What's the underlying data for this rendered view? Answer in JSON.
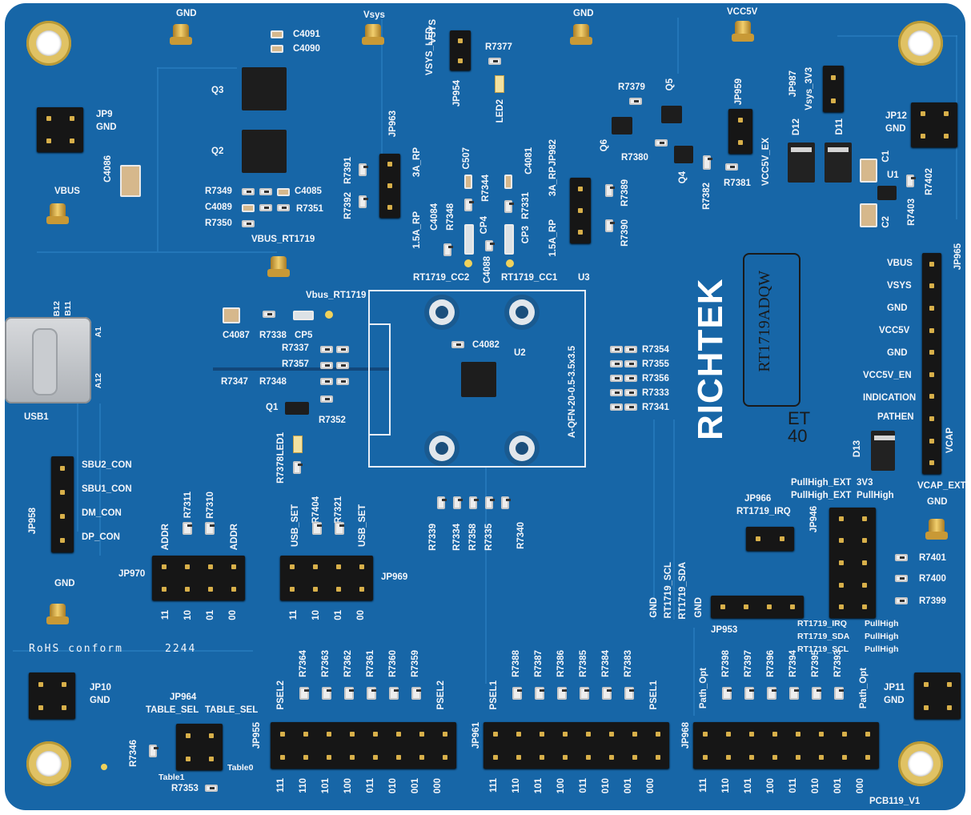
{
  "board": {
    "brand": "RICHTEK",
    "stamp": "RT1719ADQW",
    "marking": [
      "ET",
      "40"
    ],
    "revision": "PCB119_V1",
    "rohs": "RoHS conform",
    "datecode": "2244",
    "chip_package": "A-QFN-20-0.5-3.5x3.5"
  },
  "testpoints": {
    "gnd1": "GND",
    "vsys": "Vsys",
    "gnd2": "GND",
    "vcc5v": "VCC5V",
    "vbus": "VBUS",
    "vbus_rt": "VBUS_RT1719",
    "vbus_rt2": "Vbus_RT1719",
    "gnd_left": "GND",
    "gnd_right": "GND"
  },
  "labels": {
    "c4091": "C4091",
    "c4090": "C4090",
    "q3": "Q3",
    "q2": "Q2",
    "jp9": "JP9",
    "jp9_gnd": "GND",
    "c4086": "C4086",
    "r7349": "R7349",
    "c4089": "C4089",
    "r7350": "R7350",
    "c4085": "C4085",
    "r7351": "R7351",
    "vsys_led": "VSYS_LED",
    "vsys_lbl": "VSYS",
    "jp954": "JP954",
    "r7377": "R7377",
    "led2": "LED2",
    "jp963": "JP963",
    "r7391": "R7391",
    "r7392": "R7392",
    "a3_rp": "3A_RP",
    "a15_rp": "1.5A_RP",
    "c4084": "C4084",
    "c507": "C507",
    "r7344": "R7344",
    "c4081": "C4081",
    "r7348b": "R7348",
    "cp4": "CP4",
    "r7331": "R7331",
    "cp3": "CP3",
    "jp982": "JP982",
    "a3_rp2": "3A_RP",
    "a15_rp2": "1.5A_RP",
    "r7389": "R7389",
    "r7390": "R7390",
    "r7379": "R7379",
    "q5": "Q5",
    "q6": "Q6",
    "r7380": "R7380",
    "q4": "Q4",
    "r7382": "R7382",
    "jp959": "JP959",
    "r7381": "R7381",
    "vcc5v_ex": "VCC5V_EX",
    "jp987": "JP987",
    "vsys_3v3": "Vsys_3V3",
    "d12": "D12",
    "d11": "D11",
    "c1": "C1",
    "u1": "U1",
    "c2": "C2",
    "r7402": "R7402",
    "r7403": "R7403",
    "jp12": "JP12",
    "jp12_gnd": "GND",
    "cc2": "RT1719_CC2",
    "cc1": "RT1719_CC1",
    "c4088": "C4088",
    "u3": "U3",
    "u2": "U2",
    "c4082": "C4082",
    "c4087": "C4087",
    "r7338": "R7338",
    "cp5": "CP5",
    "r7337": "R7337",
    "r7357": "R7357",
    "r7347": "R7347",
    "r7348": "R7348",
    "q1": "Q1",
    "r7352": "R7352",
    "r7378": "R7378",
    "led1": "LED1",
    "r7354": "R7354",
    "r7355": "R7355",
    "r7356": "R7356",
    "r7333": "R7333",
    "r7341": "R7341",
    "r7339": "R7339",
    "r7334": "R7334",
    "r7358": "R7358",
    "r7335": "R7335",
    "r7340": "R7340",
    "usb1": "USB1",
    "b12": "B12",
    "b11": "B11",
    "a1": "A1",
    "a12": "A12",
    "sbu2": "SBU2_CON",
    "sbu1": "SBU1_CON",
    "dm": "DM_CON",
    "dp": "DP_CON",
    "jp958": "JP958",
    "addr1": "ADDR",
    "r7311": "R7311",
    "r7310": "R7310",
    "addr2": "ADDR",
    "jp970": "JP970",
    "usb_set1": "USB_SET",
    "r7404": "R7404",
    "r7321": "R7321",
    "usb_set2": "USB_SET",
    "jp969": "JP969",
    "jp966": "JP966",
    "irq": "RT1719_IRQ",
    "pullhigh_ext1": "PullHigh_EXT",
    "pullhigh_ext2": "PullHigh_EXT",
    "v3v3": "3V3",
    "pullhigh": "PullHigh",
    "jp946": "JP946",
    "r7401": "R7401",
    "r7400": "R7400",
    "r7399": "R7399",
    "scl": "RT1719_SCL",
    "sda": "RT1719_SDA",
    "gnd_a": "GND",
    "gnd_b": "GND",
    "jp953": "JP953",
    "irq_b": "RT1719_IRQ",
    "sda_b": "RT1719_SDA",
    "scl_b": "RT1719_SCL",
    "ph1": "PullHigh",
    "ph2": "PullHigh",
    "ph3": "PullHigh",
    "jp965": "JP965",
    "vbus_h": "VBUS",
    "vsys_h": "VSYS",
    "gnd_h1": "GND",
    "vcc5v_h": "VCC5V",
    "gnd_h2": "GND",
    "vcc5v_en": "VCC5V_EN",
    "indication": "INDICATION",
    "pathen": "PATHEN",
    "vcap": "VCAP",
    "vcap_ext": "VCAP_EXT",
    "d13": "D13",
    "jp10": "JP10",
    "jp10_gnd": "GND",
    "jp11": "JP11",
    "jp11_gnd": "GND",
    "jp964": "JP964",
    "table_sel1": "TABLE_SEL",
    "table_sel2": "TABLE_SEL",
    "table1": "Table1",
    "table0": "Table0",
    "r7346": "R7346",
    "r7353": "R7353",
    "jp955": "JP955",
    "psel2a": "PSEL2",
    "psel2b": "PSEL2",
    "r7364": "R7364",
    "r7363": "R7363",
    "r7362": "R7362",
    "r7361": "R7361",
    "r7360": "R7360",
    "r7359": "R7359",
    "jp961": "JP961",
    "psel1a": "PSEL1",
    "psel1b": "PSEL1",
    "r7388": "R7388",
    "r7387": "R7387",
    "r7386": "R7386",
    "r7385": "R7385",
    "r7384": "R7384",
    "r7383": "R7383",
    "jp968": "JP968",
    "path_opt1": "Path_Opt",
    "path_opt2": "Path_Opt",
    "r7398": "R7398",
    "r7397": "R7397",
    "r7396": "R7396",
    "r7394": "R7394",
    "r7395": "R7395",
    "r7393": "R7393"
  },
  "codes4": [
    "11",
    "10",
    "01",
    "00"
  ],
  "codes8": [
    "111",
    "110",
    "101",
    "100",
    "011",
    "010",
    "001",
    "000"
  ]
}
